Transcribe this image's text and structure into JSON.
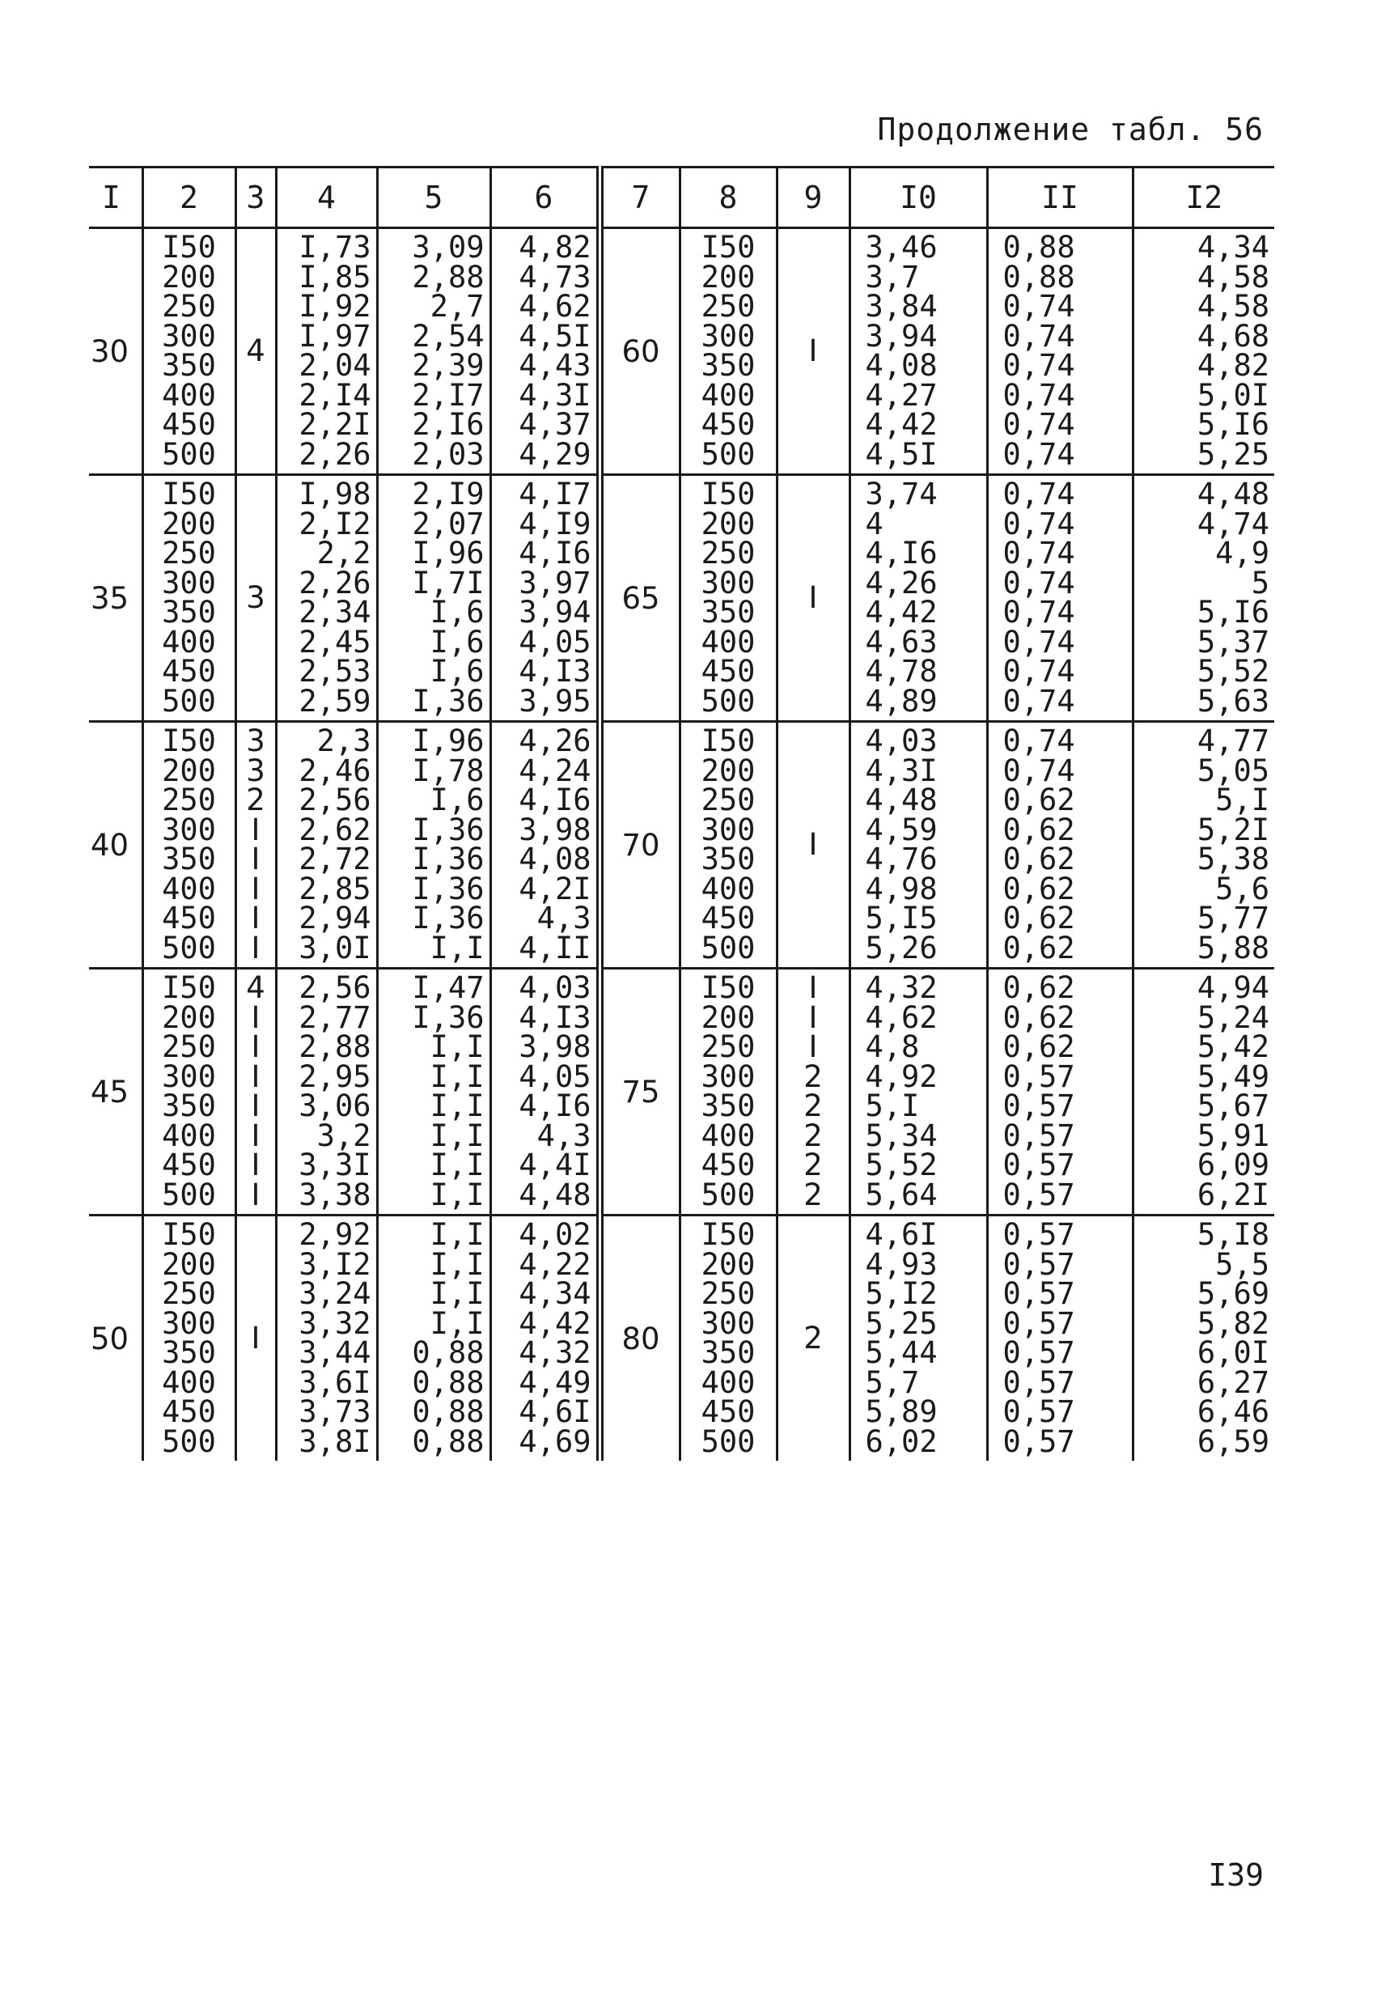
{
  "caption": "Продолжение табл. 56",
  "page_number": "I39",
  "headers": [
    "I",
    "2",
    "3",
    "4",
    "5",
    "6",
    "7",
    "8",
    "9",
    "I0",
    "II",
    "I2"
  ],
  "groups": [
    {
      "c1": "30",
      "c3": [
        "4"
      ],
      "c7": "60",
      "c9": [
        "I"
      ],
      "c2": [
        "I50",
        "200",
        "250",
        "300",
        "350",
        "400",
        "450",
        "500"
      ],
      "c4": [
        "I,73",
        "I,85",
        "I,92",
        "I,97",
        "2,04",
        "2,I4",
        "2,2I",
        "2,26"
      ],
      "c5": [
        "3,09",
        "2,88",
        "2,7",
        "2,54",
        "2,39",
        "2,I7",
        "2,I6",
        "2,03"
      ],
      "c6": [
        "4,82",
        "4,73",
        "4,62",
        "4,5I",
        "4,43",
        "4,3I",
        "4,37",
        "4,29"
      ],
      "c8": [
        "I50",
        "200",
        "250",
        "300",
        "350",
        "400",
        "450",
        "500"
      ],
      "c10": [
        "3,46",
        "3,7",
        "3,84",
        "3,94",
        "4,08",
        "4,27",
        "4,42",
        "4,5I"
      ],
      "c11": [
        "0,88",
        "0,88",
        "0,74",
        "0,74",
        "0,74",
        "0,74",
        "0,74",
        "0,74"
      ],
      "c12": [
        "4,34",
        "4,58",
        "4,58",
        "4,68",
        "4,82",
        "5,0I",
        "5,I6",
        "5,25"
      ]
    },
    {
      "c1": "35",
      "c3": [
        "3"
      ],
      "c7": "65",
      "c9": [
        "I"
      ],
      "c2": [
        "I50",
        "200",
        "250",
        "300",
        "350",
        "400",
        "450",
        "500"
      ],
      "c4": [
        "I,98",
        "2,I2",
        "2,2",
        "2,26",
        "2,34",
        "2,45",
        "2,53",
        "2,59"
      ],
      "c5": [
        "2,I9",
        "2,07",
        "I,96",
        "I,7I",
        "I,6",
        "I,6",
        "I,6",
        "I,36"
      ],
      "c6": [
        "4,I7",
        "4,I9",
        "4,I6",
        "3,97",
        "3,94",
        "4,05",
        "4,I3",
        "3,95"
      ],
      "c8": [
        "I50",
        "200",
        "250",
        "300",
        "350",
        "400",
        "450",
        "500"
      ],
      "c10": [
        "3,74",
        "4",
        "4,I6",
        "4,26",
        "4,42",
        "4,63",
        "4,78",
        "4,89"
      ],
      "c11": [
        "0,74",
        "0,74",
        "0,74",
        "0,74",
        "0,74",
        "0,74",
        "0,74",
        "0,74"
      ],
      "c12": [
        "4,48",
        "4,74",
        "4,9",
        "5",
        "5,I6",
        "5,37",
        "5,52",
        "5,63"
      ]
    },
    {
      "c1": "40",
      "c3": [
        "3",
        "3",
        "2",
        "I",
        "I",
        "I",
        "I",
        "I"
      ],
      "c7": "70",
      "c9": [
        "I"
      ],
      "c2": [
        "I50",
        "200",
        "250",
        "300",
        "350",
        "400",
        "450",
        "500"
      ],
      "c4": [
        "2,3",
        "2,46",
        "2,56",
        "2,62",
        "2,72",
        "2,85",
        "2,94",
        "3,0I"
      ],
      "c5": [
        "I,96",
        "I,78",
        "I,6",
        "I,36",
        "I,36",
        "I,36",
        "I,36",
        "I,I"
      ],
      "c6": [
        "4,26",
        "4,24",
        "4,I6",
        "3,98",
        "4,08",
        "4,2I",
        "4,3",
        "4,II"
      ],
      "c8": [
        "I50",
        "200",
        "250",
        "300",
        "350",
        "400",
        "450",
        "500"
      ],
      "c10": [
        "4,03",
        "4,3I",
        "4,48",
        "4,59",
        "4,76",
        "4,98",
        "5,I5",
        "5,26"
      ],
      "c11": [
        "0,74",
        "0,74",
        "0,62",
        "0,62",
        "0,62",
        "0,62",
        "0,62",
        "0,62"
      ],
      "c12": [
        "4,77",
        "5,05",
        "5,I",
        "5,2I",
        "5,38",
        "5,6",
        "5,77",
        "5,88"
      ]
    },
    {
      "c1": "45",
      "c3": [
        "4",
        "I",
        "I",
        "I",
        "I",
        "I",
        "I",
        "I"
      ],
      "c7": "75",
      "c9": [
        "I",
        "I",
        "I",
        "2",
        "2",
        "2",
        "2",
        "2"
      ],
      "c2": [
        "I50",
        "200",
        "250",
        "300",
        "350",
        "400",
        "450",
        "500"
      ],
      "c4": [
        "2,56",
        "2,77",
        "2,88",
        "2,95",
        "3,06",
        "3,2",
        "3,3I",
        "3,38"
      ],
      "c5": [
        "I,47",
        "I,36",
        "I,I",
        "I,I",
        "I,I",
        "I,I",
        "I,I",
        "I,I"
      ],
      "c6": [
        "4,03",
        "4,I3",
        "3,98",
        "4,05",
        "4,I6",
        "4,3",
        "4,4I",
        "4,48"
      ],
      "c8": [
        "I50",
        "200",
        "250",
        "300",
        "350",
        "400",
        "450",
        "500"
      ],
      "c10": [
        "4,32",
        "4,62",
        "4,8",
        "4,92",
        "5,I",
        "5,34",
        "5,52",
        "5,64"
      ],
      "c11": [
        "0,62",
        "0,62",
        "0,62",
        "0,57",
        "0,57",
        "0,57",
        "0,57",
        "0,57"
      ],
      "c12": [
        "4,94",
        "5,24",
        "5,42",
        "5,49",
        "5,67",
        "5,91",
        "6,09",
        "6,2I"
      ]
    },
    {
      "c1": "50",
      "c3": [
        "I"
      ],
      "c7": "80",
      "c9": [
        "2"
      ],
      "c2": [
        "I50",
        "200",
        "250",
        "300",
        "350",
        "400",
        "450",
        "500"
      ],
      "c4": [
        "2,92",
        "3,I2",
        "3,24",
        "3,32",
        "3,44",
        "3,6I",
        "3,73",
        "3,8I"
      ],
      "c5": [
        "I,I",
        "I,I",
        "I,I",
        "I,I",
        "0,88",
        "0,88",
        "0,88",
        "0,88"
      ],
      "c6": [
        "4,02",
        "4,22",
        "4,34",
        "4,42",
        "4,32",
        "4,49",
        "4,6I",
        "4,69"
      ],
      "c8": [
        "I50",
        "200",
        "250",
        "300",
        "350",
        "400",
        "450",
        "500"
      ],
      "c10": [
        "4,6I",
        "4,93",
        "5,I2",
        "5,25",
        "5,44",
        "5,7",
        "5,89",
        "6,02"
      ],
      "c11": [
        "0,57",
        "0,57",
        "0,57",
        "0,57",
        "0,57",
        "0,57",
        "0,57",
        "0,57"
      ],
      "c12": [
        "5,I8",
        "5,5",
        "5,69",
        "5,82",
        "6,0I",
        "6,27",
        "6,46",
        "6,59"
      ]
    }
  ]
}
